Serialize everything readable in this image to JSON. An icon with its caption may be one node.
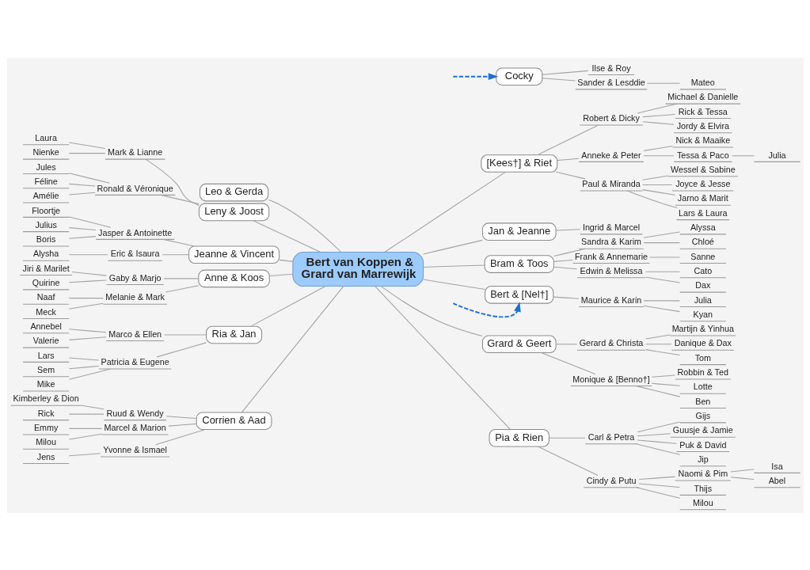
{
  "diagram": {
    "nodes": [
      {
        "text": [
          "Bert van Koppen & Grard van Marrewijk"
        ]
      },
      {
        "text": [
          "[Kees†] & Riet"
        ]
      },
      {
        "text": [
          "Robert & Dicky"
        ]
      },
      {
        "text": [
          "Michael & Danielle"
        ]
      },
      {
        "text": [
          "Rick & Tessa"
        ]
      },
      {
        "text": [
          "Jordy & Elvira"
        ]
      },
      {
        "text": [
          "Anneke & Peter"
        ]
      },
      {
        "text": [
          "Nick & Maaike"
        ]
      },
      {
        "text": [
          "Tessa & Paco"
        ]
      },
      {
        "text": [
          "Julia"
        ]
      },
      {
        "text": [
          "Paul & Miranda"
        ]
      },
      {
        "text": [
          "Wessel & Sabine"
        ]
      },
      {
        "text": [
          "Joyce & Jesse"
        ]
      },
      {
        "text": [
          "Jarno & Marit"
        ]
      },
      {
        "text": [
          "Lars & Laura"
        ]
      },
      {
        "text": [
          "Jan & Jeanne"
        ]
      },
      {
        "text": [
          "Ingrid & Marcel"
        ]
      },
      {
        "text": [
          "Bert & [Nel†]"
        ]
      },
      {
        "text": [
          "Maurice & Karin"
        ]
      },
      {
        "text": [
          "Julia"
        ]
      },
      {
        "text": [
          "Kyan"
        ]
      },
      {
        "text": [
          "Cocky"
        ]
      },
      {
        "text": [
          "Ilse & Roy"
        ]
      },
      {
        "text": [
          "Sander & Lesddie"
        ]
      },
      {
        "text": [
          "Mateo"
        ]
      },
      {
        "text": [
          "Bram & Toos"
        ]
      },
      {
        "text": [
          "Sandra & Karim"
        ]
      },
      {
        "text": [
          "Alyssa"
        ]
      },
      {
        "text": [
          "Chloé"
        ]
      },
      {
        "text": [
          "Frank & Annemarie"
        ]
      },
      {
        "text": [
          "Sanne"
        ]
      },
      {
        "text": [
          "Edwin & Melissa"
        ]
      },
      {
        "text": [
          "Cato"
        ]
      },
      {
        "text": [
          "Dax"
        ]
      },
      {
        "text": [
          "Grard & Geert"
        ]
      },
      {
        "text": [
          "Gerard & Christa"
        ]
      },
      {
        "text": [
          "Martijn & Yinhua"
        ]
      },
      {
        "text": [
          "Danique & Dax"
        ]
      },
      {
        "text": [
          "Tom"
        ]
      },
      {
        "text": [
          "Monique & [Benno†]"
        ]
      },
      {
        "text": [
          "Robbin & Ted"
        ]
      },
      {
        "text": [
          "Lotte"
        ]
      },
      {
        "text": [
          "Ben"
        ]
      },
      {
        "text": [
          "Pia & Rien"
        ]
      },
      {
        "text": [
          "Carl & Petra"
        ]
      },
      {
        "text": [
          "Gijs"
        ]
      },
      {
        "text": [
          "Guusje & Jamie"
        ]
      },
      {
        "text": [
          "Puk & David"
        ]
      },
      {
        "text": [
          "Jip"
        ]
      },
      {
        "text": [
          "Cindy & Putu"
        ]
      },
      {
        "text": [
          "Naomi & Pim"
        ]
      },
      {
        "text": [
          "Isa"
        ]
      },
      {
        "text": [
          "Abel"
        ]
      },
      {
        "text": [
          "Thijs"
        ]
      },
      {
        "text": [
          "Milou"
        ]
      },
      {
        "text": [
          "Leo & Gerda"
        ]
      },
      {
        "text": [
          "Leny & Joost"
        ]
      },
      {
        "text": [
          "Mark & Lianne"
        ]
      },
      {
        "text": [
          "Laura"
        ]
      },
      {
        "text": [
          "Nienke"
        ]
      },
      {
        "text": [
          "Ronald & Véronique"
        ]
      },
      {
        "text": [
          "Jules"
        ]
      },
      {
        "text": [
          "Féline"
        ]
      },
      {
        "text": [
          "Amélie"
        ]
      },
      {
        "text": [
          "Jeanne & Vincent"
        ]
      },
      {
        "text": [
          "Jasper & Antoinette"
        ]
      },
      {
        "text": [
          "Floortje"
        ]
      },
      {
        "text": [
          "Julius"
        ]
      },
      {
        "text": [
          "Boris"
        ]
      },
      {
        "text": [
          "Eric & Isaura"
        ]
      },
      {
        "text": [
          "Alysha"
        ]
      },
      {
        "text": [
          "Anne & Koos"
        ]
      },
      {
        "text": [
          "Gaby & Marjo"
        ]
      },
      {
        "text": [
          "Jiri & Marilet"
        ]
      },
      {
        "text": [
          "Quirine"
        ]
      },
      {
        "text": [
          "Melanie & Mark"
        ]
      },
      {
        "text": [
          "Naaf"
        ]
      },
      {
        "text": [
          "Meck"
        ]
      },
      {
        "text": [
          "Ria & Jan"
        ]
      },
      {
        "text": [
          "Marco & Ellen"
        ]
      },
      {
        "text": [
          "Annebel"
        ]
      },
      {
        "text": [
          "Valerie"
        ]
      },
      {
        "text": [
          "Patricia & Eugene"
        ]
      },
      {
        "text": [
          "Lars"
        ]
      },
      {
        "text": [
          "Sem"
        ]
      },
      {
        "text": [
          "Mike"
        ]
      },
      {
        "text": [
          "Corrien & Aad"
        ]
      },
      {
        "text": [
          "Ruud & Wendy"
        ]
      },
      {
        "text": [
          "Kimberley & Dion"
        ]
      },
      {
        "text": [
          "Rick"
        ]
      },
      {
        "text": [
          "Marcel & Marion"
        ]
      },
      {
        "text": [
          "Emmy"
        ]
      },
      {
        "text": [
          "Milou"
        ]
      },
      {
        "text": [
          "Yvonne & Ismael"
        ]
      },
      {
        "text": [
          "Jens"
        ]
      }
    ],
    "edges": [
      {
        "from": 0,
        "to": 1,
        "arrow": "none"
      },
      {
        "from": 1,
        "to": 2,
        "arrow": "none"
      },
      {
        "from": 2,
        "to": 3,
        "arrow": "none"
      },
      {
        "from": 2,
        "to": 4,
        "arrow": "none"
      },
      {
        "from": 2,
        "to": 5,
        "arrow": "none"
      },
      {
        "from": 1,
        "to": 6,
        "arrow": "none"
      },
      {
        "from": 6,
        "to": 7,
        "arrow": "none"
      },
      {
        "from": 6,
        "to": 8,
        "arrow": "none"
      },
      {
        "from": 8,
        "to": 9,
        "arrow": "none"
      },
      {
        "from": 1,
        "to": 10,
        "arrow": "none"
      },
      {
        "from": 10,
        "to": 11,
        "arrow": "none"
      },
      {
        "from": 10,
        "to": 12,
        "arrow": "none"
      },
      {
        "from": 10,
        "to": 13,
        "arrow": "none"
      },
      {
        "from": 10,
        "to": 14,
        "arrow": "none"
      },
      {
        "from": 0,
        "to": 15,
        "arrow": "none"
      },
      {
        "from": 15,
        "to": 16,
        "arrow": "none"
      },
      {
        "from": 0,
        "to": 17,
        "arrow": "none"
      },
      {
        "from": 17,
        "to": 18,
        "arrow": "none"
      },
      {
        "from": 18,
        "to": 19,
        "arrow": "none"
      },
      {
        "from": 18,
        "to": 20,
        "arrow": "none"
      },
      {
        "from": null,
        "to": 17,
        "arrow": "to",
        "style": "dashed",
        "color": "#1f6fd6"
      },
      {
        "from": null,
        "to": 21,
        "arrow": "to",
        "style": "dashed",
        "color": "#1f6fd6"
      },
      {
        "from": 21,
        "to": 22,
        "arrow": "none"
      },
      {
        "from": 21,
        "to": 23,
        "arrow": "none"
      },
      {
        "from": 23,
        "to": 24,
        "arrow": "none"
      },
      {
        "from": 0,
        "to": 25,
        "arrow": "none"
      },
      {
        "from": 25,
        "to": 26,
        "arrow": "none"
      },
      {
        "from": 26,
        "to": 27,
        "arrow": "none"
      },
      {
        "from": 26,
        "to": 28,
        "arrow": "none"
      },
      {
        "from": 25,
        "to": 29,
        "arrow": "none"
      },
      {
        "from": 29,
        "to": 30,
        "arrow": "none"
      },
      {
        "from": 25,
        "to": 31,
        "arrow": "none"
      },
      {
        "from": 31,
        "to": 32,
        "arrow": "none"
      },
      {
        "from": 31,
        "to": 33,
        "arrow": "none"
      },
      {
        "from": 0,
        "to": 34,
        "arrow": "none"
      },
      {
        "from": 34,
        "to": 35,
        "arrow": "none"
      },
      {
        "from": 35,
        "to": 36,
        "arrow": "none"
      },
      {
        "from": 35,
        "to": 37,
        "arrow": "none"
      },
      {
        "from": 35,
        "to": 38,
        "arrow": "none"
      },
      {
        "from": 34,
        "to": 39,
        "arrow": "none"
      },
      {
        "from": 39,
        "to": 40,
        "arrow": "none"
      },
      {
        "from": 39,
        "to": 41,
        "arrow": "none"
      },
      {
        "from": 39,
        "to": 42,
        "arrow": "none"
      },
      {
        "from": 0,
        "to": 43,
        "arrow": "none"
      },
      {
        "from": 43,
        "to": 44,
        "arrow": "none"
      },
      {
        "from": 44,
        "to": 45,
        "arrow": "none"
      },
      {
        "from": 44,
        "to": 46,
        "arrow": "none"
      },
      {
        "from": 44,
        "to": 47,
        "arrow": "none"
      },
      {
        "from": 44,
        "to": 48,
        "arrow": "none"
      },
      {
        "from": 43,
        "to": 49,
        "arrow": "none"
      },
      {
        "from": 49,
        "to": 50,
        "arrow": "none"
      },
      {
        "from": 50,
        "to": 51,
        "arrow": "none"
      },
      {
        "from": 50,
        "to": 52,
        "arrow": "none"
      },
      {
        "from": 49,
        "to": 53,
        "arrow": "none"
      },
      {
        "from": 49,
        "to": 54,
        "arrow": "none"
      },
      {
        "from": 55,
        "to": 0,
        "arrow": "none"
      },
      {
        "from": 56,
        "to": 0,
        "arrow": "none"
      },
      {
        "from": 57,
        "to": 56,
        "arrow": "none"
      },
      {
        "from": 58,
        "to": 57,
        "arrow": "none"
      },
      {
        "from": 59,
        "to": 57,
        "arrow": "none"
      },
      {
        "from": 60,
        "to": 56,
        "arrow": "none"
      },
      {
        "from": 61,
        "to": 60,
        "arrow": "none"
      },
      {
        "from": 62,
        "to": 60,
        "arrow": "none"
      },
      {
        "from": 63,
        "to": 60,
        "arrow": "none"
      },
      {
        "from": 64,
        "to": 0,
        "arrow": "none"
      },
      {
        "from": 65,
        "to": 64,
        "arrow": "none"
      },
      {
        "from": 66,
        "to": 65,
        "arrow": "none"
      },
      {
        "from": 67,
        "to": 65,
        "arrow": "none"
      },
      {
        "from": 68,
        "to": 65,
        "arrow": "none"
      },
      {
        "from": 69,
        "to": 64,
        "arrow": "none"
      },
      {
        "from": 70,
        "to": 69,
        "arrow": "none"
      },
      {
        "from": 71,
        "to": 0,
        "arrow": "none"
      },
      {
        "from": 72,
        "to": 71,
        "arrow": "none"
      },
      {
        "from": 73,
        "to": 72,
        "arrow": "none"
      },
      {
        "from": 74,
        "to": 72,
        "arrow": "none"
      },
      {
        "from": 75,
        "to": 71,
        "arrow": "none"
      },
      {
        "from": 76,
        "to": 75,
        "arrow": "none"
      },
      {
        "from": 77,
        "to": 75,
        "arrow": "none"
      },
      {
        "from": 78,
        "to": 0,
        "arrow": "none"
      },
      {
        "from": 79,
        "to": 78,
        "arrow": "none"
      },
      {
        "from": 80,
        "to": 79,
        "arrow": "none"
      },
      {
        "from": 81,
        "to": 79,
        "arrow": "none"
      },
      {
        "from": 82,
        "to": 78,
        "arrow": "none"
      },
      {
        "from": 83,
        "to": 82,
        "arrow": "none"
      },
      {
        "from": 84,
        "to": 82,
        "arrow": "none"
      },
      {
        "from": 85,
        "to": 82,
        "arrow": "none"
      },
      {
        "from": 86,
        "to": 0,
        "arrow": "none"
      },
      {
        "from": 87,
        "to": 86,
        "arrow": "none"
      },
      {
        "from": 88,
        "to": 87,
        "arrow": "none"
      },
      {
        "from": 89,
        "to": 87,
        "arrow": "none"
      },
      {
        "from": 90,
        "to": 86,
        "arrow": "none"
      },
      {
        "from": 91,
        "to": 90,
        "arrow": "none"
      },
      {
        "from": 92,
        "to": 90,
        "arrow": "none"
      },
      {
        "from": 93,
        "to": 86,
        "arrow": "none"
      },
      {
        "from": 94,
        "to": 93,
        "arrow": "none"
      }
    ]
  }
}
